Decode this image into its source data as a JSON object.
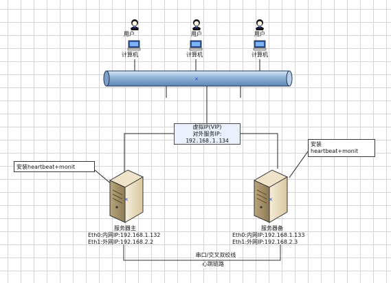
{
  "users": [
    {
      "user_label": "用户",
      "pc_label": "计算机"
    },
    {
      "user_label": "用户",
      "pc_label": "计算机"
    },
    {
      "user_label": "用户",
      "pc_label": "计算机"
    }
  ],
  "vip": {
    "line1": "虚拟IP(VIP)",
    "line2": "对外服务IP:",
    "line3": "192.168.1.134"
  },
  "left_note": "安装heartbeat+monit",
  "right_note_line1": "安装",
  "right_note_line2": "heartbeat+monit",
  "master": {
    "label": "服务器主",
    "eth0": "Eth0:内网IP:192.168.1.132",
    "eth1": "Eth1:外网IP:192.168.2.2"
  },
  "backup": {
    "label": "服务器备",
    "eth0": "Eth0:内网IP:192.168.1.133",
    "eth1": "Eth1:外网IP:192.168.2.3"
  },
  "link": {
    "line1": "串口/交叉双绞线",
    "line2": "心跳链路"
  },
  "colors": {
    "bus_fill": "#8fb2d8",
    "vip_fill": "#eaf0fb",
    "server_body": "#e9dcc0",
    "link_line": "#333333"
  }
}
